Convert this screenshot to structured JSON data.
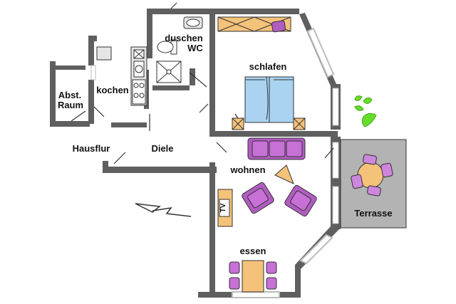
{
  "floorplan": {
    "rooms": {
      "duschen": "duschen",
      "wc": "WC",
      "kochen": "kochen",
      "abst_line1": "Abst.",
      "abst_line2": "Raum",
      "schlafen": "schlafen",
      "hausflur": "Hausflur",
      "diele": "Diele",
      "wohnen": "wohnen",
      "essen": "essen",
      "terrasse": "Terrasse"
    },
    "tv_label": "TV",
    "colors": {
      "wall": "#5f5f5f",
      "window_frame": "#bdbdbd",
      "bed": "#a9d3f0",
      "furniture_purple": "#b05cc0",
      "table_orange": "#f5c27a",
      "terrace_floor": "#b3b3b3",
      "chair_terrace": "#ce86dd",
      "plant": "#66dd2a"
    },
    "icons": [
      "north-arrow-icon",
      "plant-icon",
      "tv-icon",
      "sink-icon",
      "toilet-icon",
      "shower-icon",
      "stove-icon"
    ]
  }
}
